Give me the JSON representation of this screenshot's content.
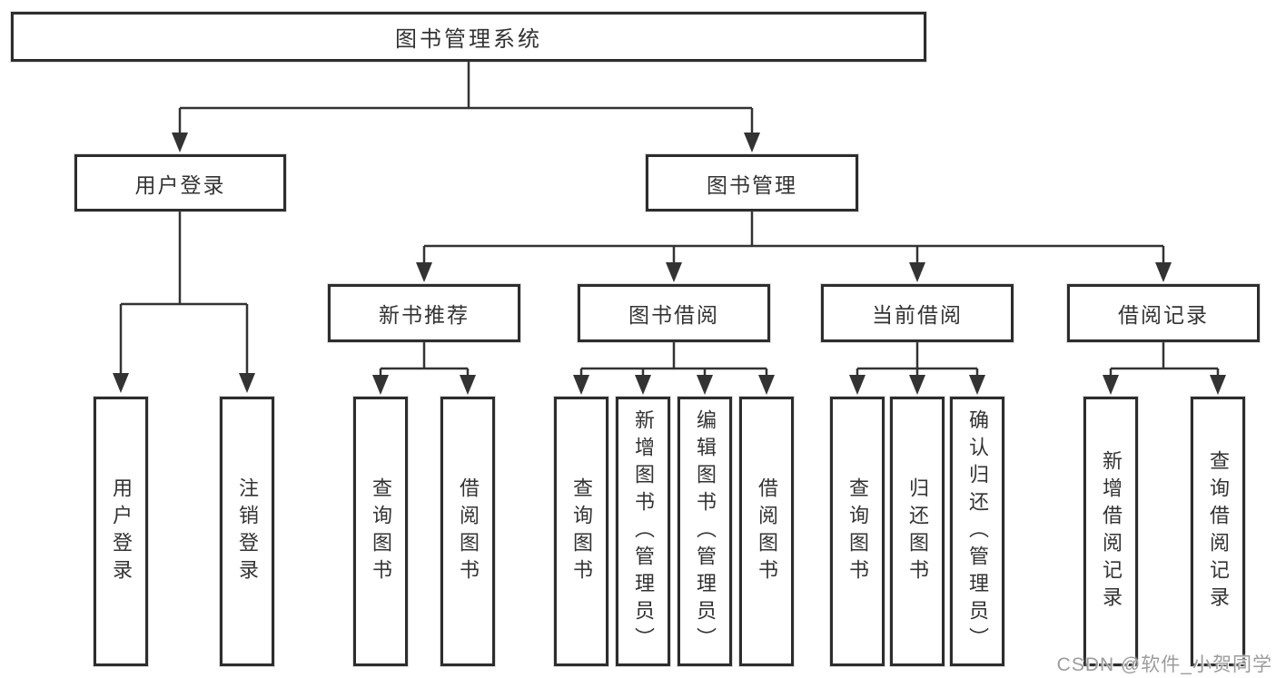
{
  "diagram": {
    "root": {
      "label": "图书管理系统",
      "children": [
        {
          "label": "用户登录",
          "children": [
            {
              "label": "用户登录"
            },
            {
              "label": "注销登录"
            }
          ]
        },
        {
          "label": "图书管理",
          "children": [
            {
              "label": "新书推荐",
              "children": [
                {
                  "label": "查询图书"
                },
                {
                  "label": "借阅图书"
                }
              ]
            },
            {
              "label": "图书借阅",
              "children": [
                {
                  "label": "查询图书"
                },
                {
                  "label": "新增图书（管理员）"
                },
                {
                  "label": "编辑图书（管理员）"
                },
                {
                  "label": "借阅图书"
                }
              ]
            },
            {
              "label": "当前借阅",
              "children": [
                {
                  "label": "查询图书"
                },
                {
                  "label": "归还图书"
                },
                {
                  "label": "确认归还（管理员）"
                }
              ]
            },
            {
              "label": "借阅记录",
              "children": [
                {
                  "label": "新增借阅记录"
                },
                {
                  "label": "查询借阅记录"
                }
              ]
            }
          ]
        }
      ]
    },
    "colors": {
      "line": "#333333",
      "box_border": "#2d2d2d",
      "box_fill": "#ffffff",
      "text": "#333333",
      "background": "#ffffff",
      "watermark": "#9c9c9c"
    }
  },
  "watermark": {
    "text": "CSDN @软件_小贺同学"
  }
}
